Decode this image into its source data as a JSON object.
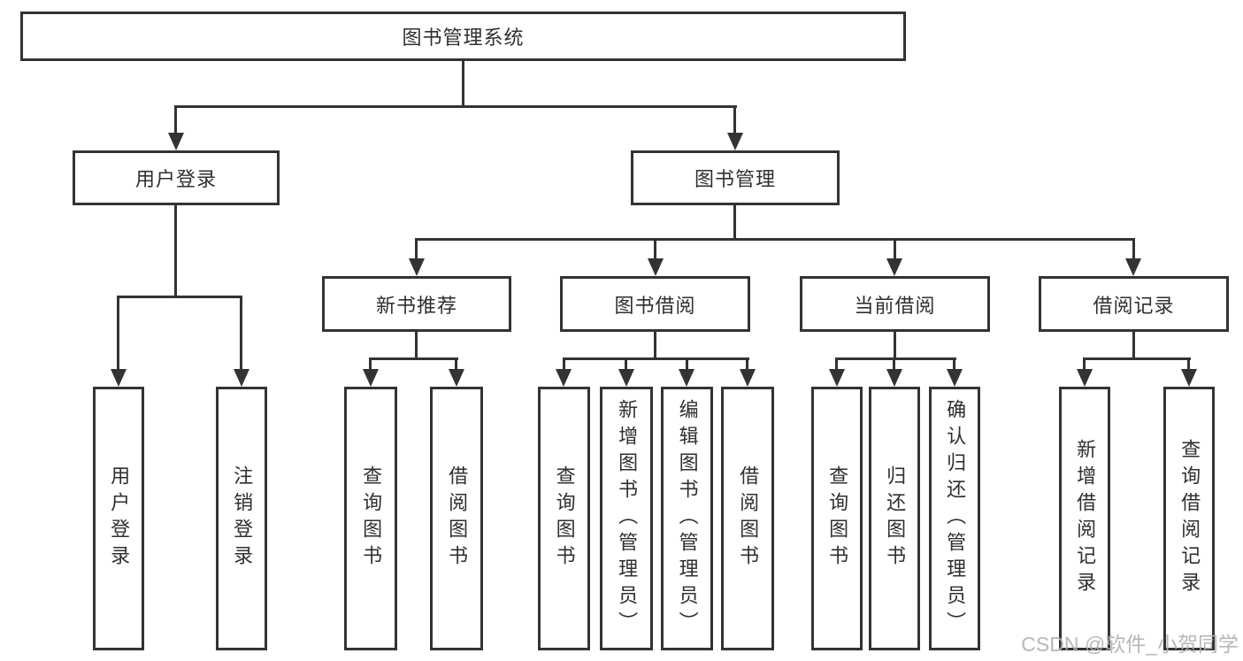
{
  "colors": {
    "line": "#333333",
    "text": "#2f2f2f",
    "watermark": "#b0b0b0",
    "background": "#ffffff"
  },
  "watermark": "CSDN @软件_小贺同学",
  "tree": {
    "label": "图书管理系统",
    "children": [
      {
        "label": "用户登录",
        "children": [
          {
            "label": "用户登录"
          },
          {
            "label": "注销登录"
          }
        ]
      },
      {
        "label": "图书管理",
        "children": [
          {
            "label": "新书推荐",
            "children": [
              {
                "label": "查询图书"
              },
              {
                "label": "借阅图书"
              }
            ]
          },
          {
            "label": "图书借阅",
            "children": [
              {
                "label": "查询图书"
              },
              {
                "label": "新增图书（管理员）"
              },
              {
                "label": "编辑图书（管理员）"
              },
              {
                "label": "借阅图书"
              }
            ]
          },
          {
            "label": "当前借阅",
            "children": [
              {
                "label": "查询图书"
              },
              {
                "label": "归还图书"
              },
              {
                "label": "确认归还（管理员）"
              }
            ]
          },
          {
            "label": "借阅记录",
            "children": [
              {
                "label": "新增借阅记录"
              },
              {
                "label": "查询借阅记录"
              }
            ]
          }
        ]
      }
    ]
  }
}
